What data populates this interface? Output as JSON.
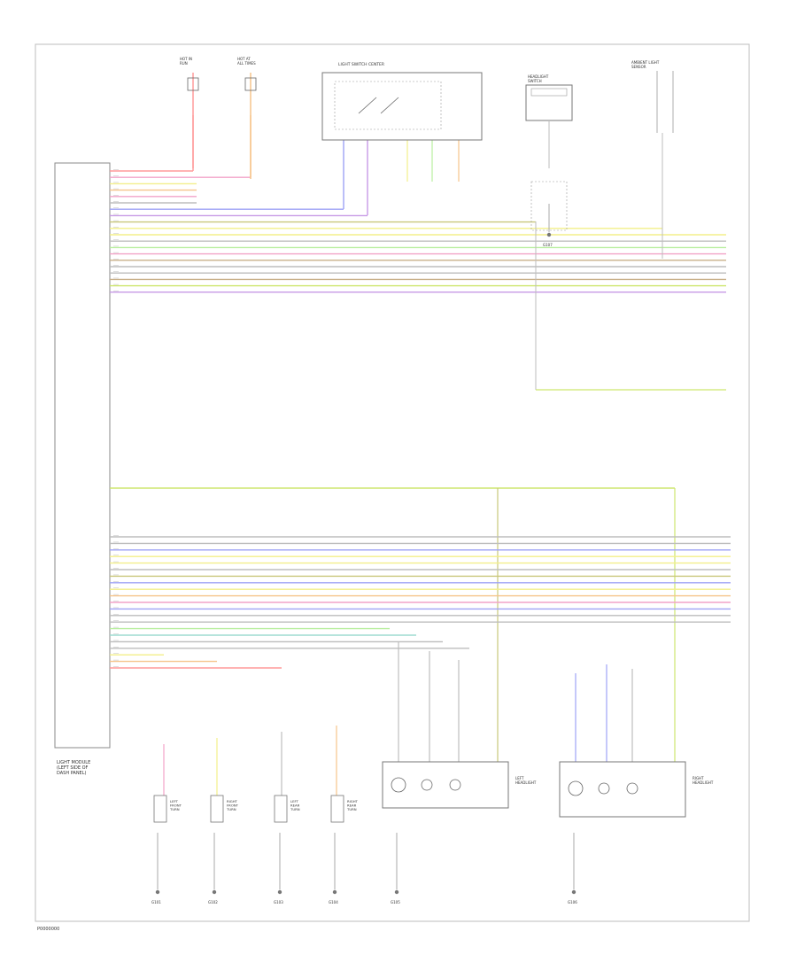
{
  "diagram": {
    "module_label": "LIGHT MODULE\n(LEFT SIDE OF\nDASH PANEL)",
    "footer_code": "P0000000",
    "colors": {
      "red": "#ff9a9a",
      "pink": "#f2a3c8",
      "orange": "#f6c48a",
      "yellow": "#f3ef8a",
      "green": "#b9efa0",
      "blue": "#9ea2f6",
      "violet": "#c79ae6",
      "gray": "#bdbdbd",
      "brown": "#c9b08a",
      "lime": "#cde66e",
      "olive": "#c9c77a",
      "teal": "#9edbd0"
    },
    "components": [
      {
        "id": "fuse_a",
        "label": "HOT IN\nRUN"
      },
      {
        "id": "fuse_b",
        "label": "HOT AT\nALL TIMES"
      },
      {
        "id": "switch_module",
        "label": "LIGHT SWITCH CENTER"
      },
      {
        "id": "relay_top",
        "label": "HEADLIGHT\nSWITCH"
      },
      {
        "id": "sensor_top_right",
        "label": "AMBIENT LIGHT\nSENSOR"
      },
      {
        "id": "left_headlight",
        "label": "LEFT\nHEADLIGHT"
      },
      {
        "id": "right_headlight",
        "label": "RIGHT\nHEADLIGHT"
      },
      {
        "id": "lamp1",
        "label": "LEFT\nFRONT\nTURN"
      },
      {
        "id": "lamp2",
        "label": "RIGHT\nFRONT\nTURN"
      },
      {
        "id": "lamp3",
        "label": "LEFT\nREAR\nTURN"
      },
      {
        "id": "lamp4",
        "label": "RIGHT\nREAR\nTURN"
      }
    ],
    "grounds": [
      {
        "id": "g1",
        "label": "G101"
      },
      {
        "id": "g2",
        "label": "G102"
      },
      {
        "id": "g3",
        "label": "G103"
      },
      {
        "id": "g4",
        "label": "G104"
      },
      {
        "id": "g5",
        "label": "G105"
      },
      {
        "id": "g6",
        "label": "G106"
      },
      {
        "id": "g7",
        "label": "G107"
      }
    ]
  }
}
